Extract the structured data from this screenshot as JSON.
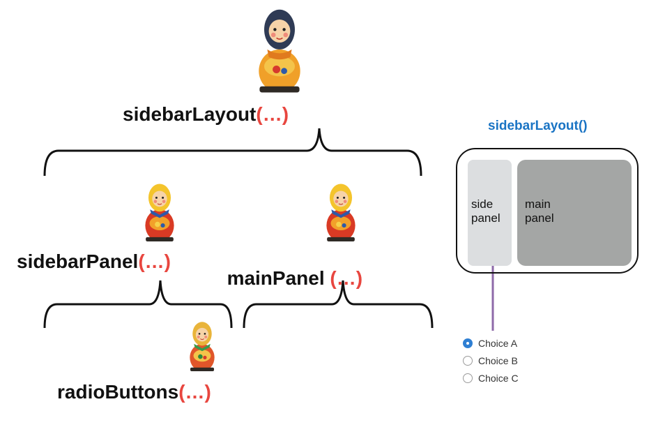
{
  "tree": {
    "root": {
      "name": "sidebarLayout",
      "args": "(…)"
    },
    "sidebar": {
      "name": "sidebarPanel",
      "args": "(…)"
    },
    "main": {
      "name": "mainPanel ",
      "args": "(…)"
    },
    "radio": {
      "name": "radioButtons",
      "args": "(…)"
    }
  },
  "preview": {
    "title": "sidebarLayout()",
    "side_panel_label": "side\npanel",
    "main_panel_label": "main\npanel"
  },
  "radio_buttons": {
    "options": [
      {
        "label": "Choice A",
        "selected": true
      },
      {
        "label": "Choice B",
        "selected": false
      },
      {
        "label": "Choice C",
        "selected": false
      }
    ]
  },
  "colors": {
    "args": "#e8463f",
    "title": "#1a74c4",
    "arrow": "#8e6aa8",
    "side_panel": "#dcdee0",
    "main_panel": "#a4a6a5",
    "radio_selected": "#2f7fd3"
  },
  "icons": {
    "doll": "matryoshka-doll-icon"
  }
}
